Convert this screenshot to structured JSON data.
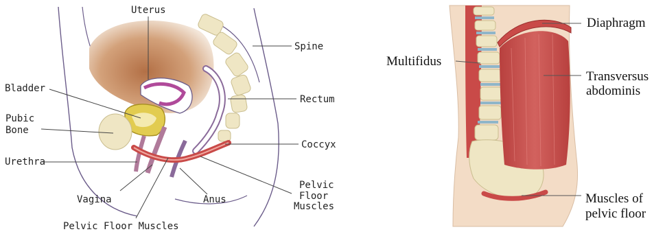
{
  "left_diagram": {
    "labels": {
      "uterus": "Uterus",
      "spine": "Spine",
      "bladder": "Bladder",
      "rectum": "Rectum",
      "pubic_bone_1": "Pubic",
      "pubic_bone_2": "Bone",
      "coccyx": "Coccyx",
      "urethra": "Urethra",
      "pelvic_floor_1": "Pelvic",
      "pelvic_floor_2": "Floor",
      "pelvic_floor_3": "Muscles",
      "vagina": "Vagina",
      "anus": "Anus",
      "pelvic_floor_bottom": "Pelvic Floor Muscles"
    }
  },
  "right_diagram": {
    "labels": {
      "diaphragm": "Diaphragm",
      "multifidus": "Multifidus",
      "transversus_1": "Transversus",
      "transversus_2": "abdominis",
      "pelvic_floor_1": "Muscles of",
      "pelvic_floor_2": "pelvic floor"
    }
  },
  "colors": {
    "muscle_red": "#c94a48",
    "bone_cream": "#efe6c4",
    "uterus_brown": "#c98f62",
    "bladder_yellow": "#d8c040",
    "skin": "#f3dcc6",
    "disc_blue": "#8fb6c9"
  }
}
